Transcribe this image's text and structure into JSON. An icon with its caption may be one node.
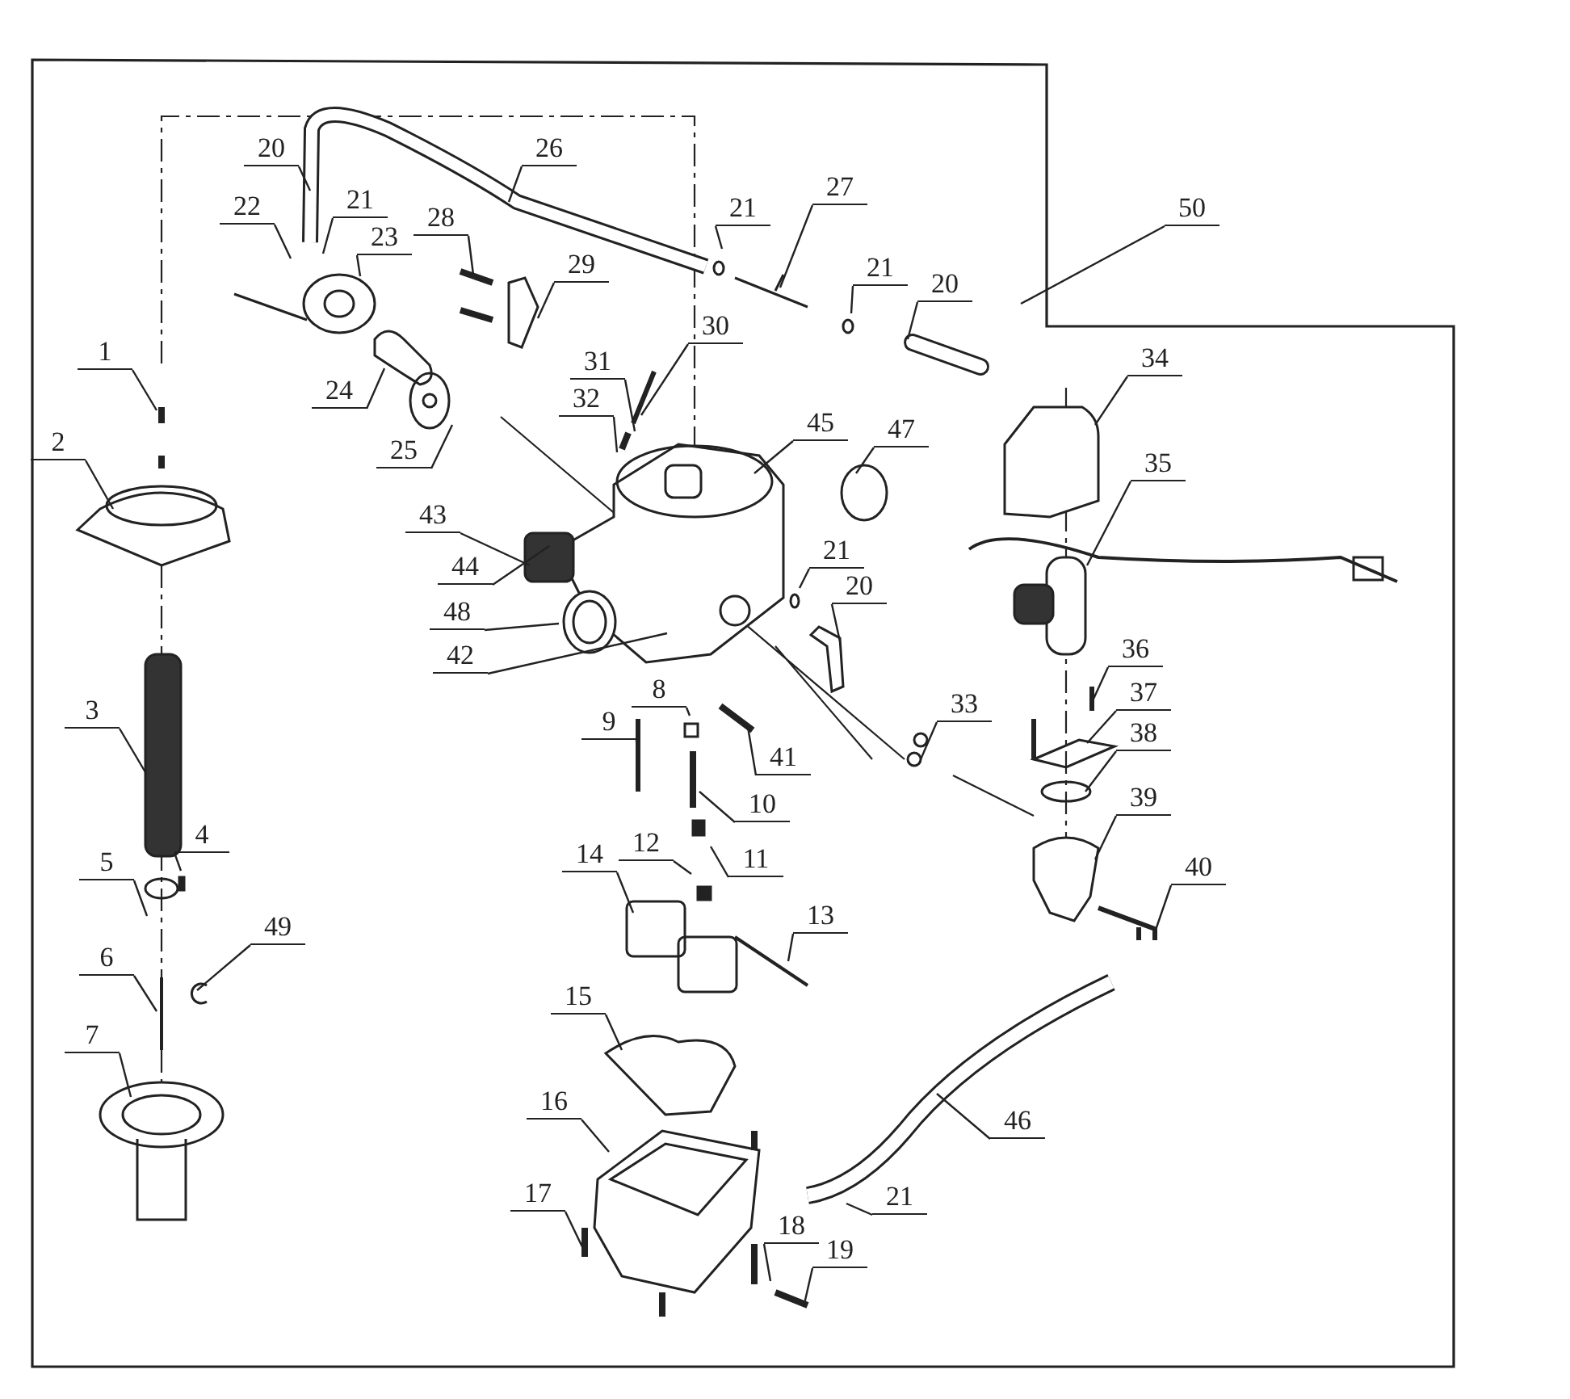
{
  "diagram": {
    "nodes": [
      {
        "text": [
          "20"
        ]
      },
      {
        "text": [
          "26"
        ]
      },
      {
        "text": [
          "27"
        ]
      },
      {
        "text": [
          "50"
        ]
      },
      {
        "text": [
          "21"
        ]
      },
      {
        "text": [
          "22"
        ]
      },
      {
        "text": [
          "21"
        ]
      },
      {
        "text": [
          "28"
        ]
      },
      {
        "text": [
          "23"
        ]
      },
      {
        "text": [
          "29"
        ]
      },
      {
        "text": [
          "21"
        ]
      },
      {
        "text": [
          "20"
        ]
      },
      {
        "text": [
          "30"
        ]
      },
      {
        "text": [
          "1"
        ]
      },
      {
        "text": [
          "34"
        ]
      },
      {
        "text": [
          "31"
        ]
      },
      {
        "text": [
          "24"
        ]
      },
      {
        "text": [
          "32"
        ]
      },
      {
        "text": [
          "45"
        ]
      },
      {
        "text": [
          "47"
        ]
      },
      {
        "text": [
          "2"
        ]
      },
      {
        "text": [
          "25"
        ]
      },
      {
        "text": [
          "35"
        ]
      },
      {
        "text": [
          "43"
        ]
      },
      {
        "text": [
          "21"
        ]
      },
      {
        "text": [
          "44"
        ]
      },
      {
        "text": [
          "20"
        ]
      },
      {
        "text": [
          "48"
        ]
      },
      {
        "text": [
          "36"
        ]
      },
      {
        "text": [
          "42"
        ]
      },
      {
        "text": [
          "37"
        ]
      },
      {
        "text": [
          "8"
        ]
      },
      {
        "text": [
          "33"
        ]
      },
      {
        "text": [
          "3"
        ]
      },
      {
        "text": [
          "9"
        ]
      },
      {
        "text": [
          "38"
        ]
      },
      {
        "text": [
          "41"
        ]
      },
      {
        "text": [
          "39"
        ]
      },
      {
        "text": [
          "10"
        ]
      },
      {
        "text": [
          "4"
        ]
      },
      {
        "text": [
          "12"
        ]
      },
      {
        "text": [
          "11"
        ]
      },
      {
        "text": [
          "14"
        ]
      },
      {
        "text": [
          "5"
        ]
      },
      {
        "text": [
          "40"
        ]
      },
      {
        "text": [
          "13"
        ]
      },
      {
        "text": [
          "49"
        ]
      },
      {
        "text": [
          "6"
        ]
      },
      {
        "text": [
          "15"
        ]
      },
      {
        "text": [
          "7"
        ]
      },
      {
        "text": [
          "16"
        ]
      },
      {
        "text": [
          "46"
        ]
      },
      {
        "text": [
          "17"
        ]
      },
      {
        "text": [
          "21"
        ]
      },
      {
        "text": [
          "18"
        ]
      },
      {
        "text": [
          "19"
        ]
      }
    ],
    "edges": [
      {
        "from": 0,
        "to": null,
        "arrow": "none"
      },
      {
        "from": 1,
        "to": null,
        "arrow": "none"
      },
      {
        "from": 2,
        "to": null,
        "arrow": "none"
      },
      {
        "from": 3,
        "to": null,
        "arrow": "none"
      },
      {
        "from": 4,
        "to": null,
        "arrow": "none"
      },
      {
        "from": 5,
        "to": null,
        "arrow": "none"
      },
      {
        "from": 6,
        "to": null,
        "arrow": "none"
      },
      {
        "from": 7,
        "to": null,
        "arrow": "none"
      },
      {
        "from": 8,
        "to": null,
        "arrow": "none"
      },
      {
        "from": 9,
        "to": null,
        "arrow": "none"
      },
      {
        "from": 10,
        "to": null,
        "arrow": "none"
      },
      {
        "from": 11,
        "to": null,
        "arrow": "none"
      },
      {
        "from": 12,
        "to": null,
        "arrow": "none"
      },
      {
        "from": 13,
        "to": null,
        "arrow": "none"
      },
      {
        "from": 14,
        "to": null,
        "arrow": "none"
      },
      {
        "from": 15,
        "to": null,
        "arrow": "none"
      },
      {
        "from": 16,
        "to": null,
        "arrow": "none"
      },
      {
        "from": 17,
        "to": null,
        "arrow": "none"
      },
      {
        "from": 18,
        "to": null,
        "arrow": "none"
      },
      {
        "from": 19,
        "to": null,
        "arrow": "none"
      },
      {
        "from": 20,
        "to": null,
        "arrow": "none"
      },
      {
        "from": 21,
        "to": null,
        "arrow": "none"
      },
      {
        "from": 22,
        "to": null,
        "arrow": "none"
      },
      {
        "from": 23,
        "to": null,
        "arrow": "none"
      },
      {
        "from": 24,
        "to": null,
        "arrow": "none"
      },
      {
        "from": 25,
        "to": null,
        "arrow": "none"
      },
      {
        "from": 26,
        "to": null,
        "arrow": "none"
      },
      {
        "from": 27,
        "to": null,
        "arrow": "none"
      },
      {
        "from": 28,
        "to": null,
        "arrow": "none"
      },
      {
        "from": 29,
        "to": null,
        "arrow": "none"
      },
      {
        "from": 30,
        "to": null,
        "arrow": "none"
      },
      {
        "from": 31,
        "to": null,
        "arrow": "none"
      },
      {
        "from": 32,
        "to": null,
        "arrow": "none"
      },
      {
        "from": 33,
        "to": null,
        "arrow": "none"
      },
      {
        "from": 34,
        "to": null,
        "arrow": "none"
      },
      {
        "from": 35,
        "to": null,
        "arrow": "none"
      },
      {
        "from": 36,
        "to": null,
        "arrow": "none"
      },
      {
        "from": 37,
        "to": null,
        "arrow": "none"
      },
      {
        "from": 38,
        "to": null,
        "arrow": "none"
      },
      {
        "from": 39,
        "to": null,
        "arrow": "none"
      },
      {
        "from": 40,
        "to": null,
        "arrow": "none"
      },
      {
        "from": 41,
        "to": null,
        "arrow": "none"
      },
      {
        "from": 42,
        "to": null,
        "arrow": "none"
      },
      {
        "from": 43,
        "to": null,
        "arrow": "none"
      },
      {
        "from": 44,
        "to": null,
        "arrow": "none"
      },
      {
        "from": 45,
        "to": null,
        "arrow": "none"
      },
      {
        "from": 46,
        "to": null,
        "arrow": "none"
      },
      {
        "from": 47,
        "to": null,
        "arrow": "none"
      },
      {
        "from": 48,
        "to": null,
        "arrow": "none"
      },
      {
        "from": 49,
        "to": null,
        "arrow": "none"
      },
      {
        "from": 50,
        "to": null,
        "arrow": "none"
      },
      {
        "from": 51,
        "to": null,
        "arrow": "none"
      },
      {
        "from": 52,
        "to": null,
        "arrow": "none"
      },
      {
        "from": 53,
        "to": null,
        "arrow": "none"
      },
      {
        "from": 54,
        "to": null,
        "arrow": "none"
      },
      {
        "from": 55,
        "to": null,
        "arrow": "none"
      }
    ]
  }
}
